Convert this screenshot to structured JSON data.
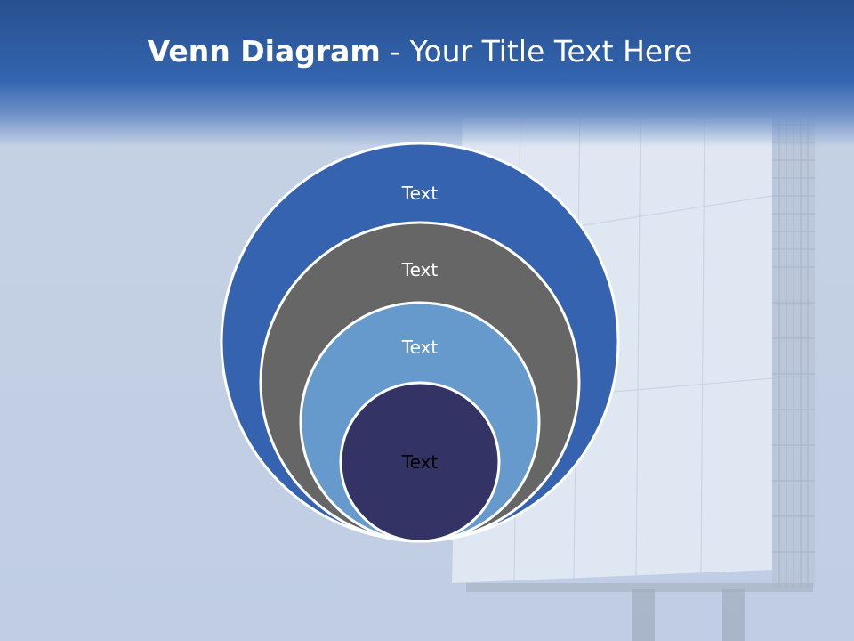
{
  "title": {
    "bold": "Venn Diagram",
    "rest": " - Your Title Text Here"
  },
  "diagram": {
    "circles": [
      {
        "label": "Text",
        "fill": "#3563b0",
        "text_color": "#ffffff"
      },
      {
        "label": "Text",
        "fill": "#666666",
        "text_color": "#ffffff"
      },
      {
        "label": "Text",
        "fill": "#6699cc",
        "text_color": "#ffffff"
      },
      {
        "label": "Text",
        "fill": "#333366",
        "text_color": "#000000"
      }
    ],
    "outline_color": "#ffffff"
  },
  "colors": {
    "header": "#3465b0",
    "background": "#c3cfe3"
  }
}
